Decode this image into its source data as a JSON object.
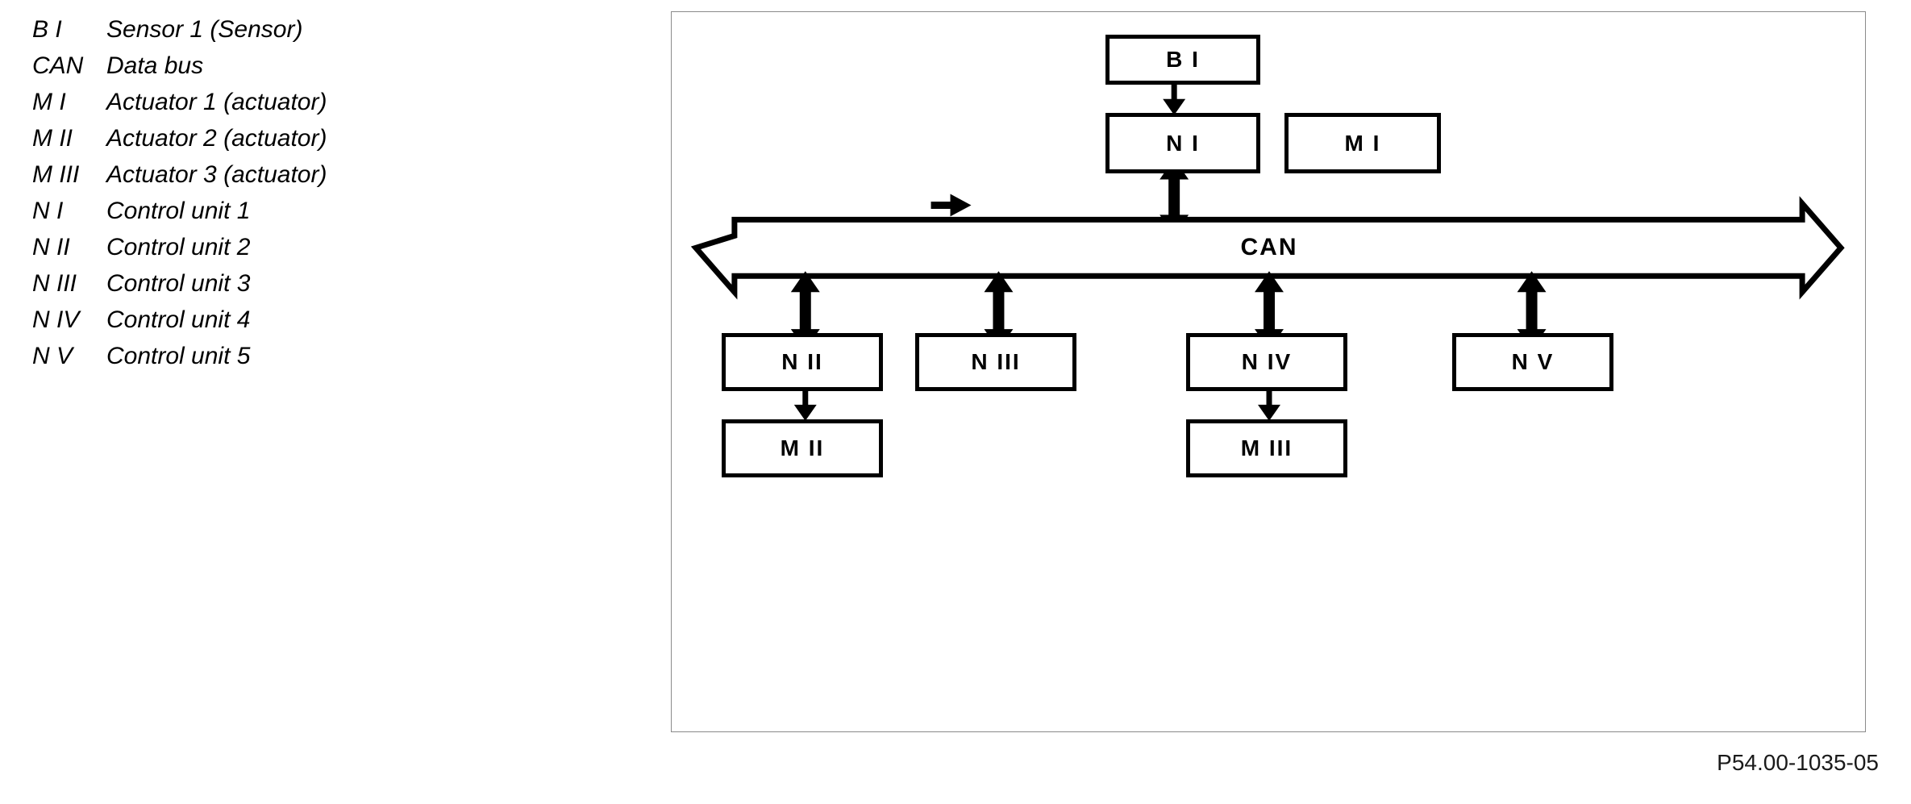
{
  "legend": {
    "items": [
      {
        "key": "B I",
        "desc": "Sensor 1 (Sensor)"
      },
      {
        "key": "CAN",
        "desc": "Data bus"
      },
      {
        "key": "M I",
        "desc": "Actuator 1 (actuator)"
      },
      {
        "key": "M II",
        "desc": "Actuator 2 (actuator)"
      },
      {
        "key": "M III",
        "desc": "Actuator 3 (actuator)"
      },
      {
        "key": "N I",
        "desc": "Control unit 1"
      },
      {
        "key": "N II",
        "desc": "Control unit 2"
      },
      {
        "key": "N III",
        "desc": "Control unit 3"
      },
      {
        "key": "N IV",
        "desc": "Control unit 4"
      },
      {
        "key": "N V",
        "desc": "Control unit 5"
      }
    ]
  },
  "diagram": {
    "nodes": {
      "sensor_b1": "B I",
      "control_n1": "N I",
      "actuator_m1": "M I",
      "control_n2": "N II",
      "control_n3": "N III",
      "control_n4": "N IV",
      "control_n5": "N V",
      "actuator_m2": "M II",
      "actuator_m3": "M III"
    },
    "bus_label": "CAN",
    "line_color": "#000000",
    "panel_border_color": "#8a8a8a"
  },
  "caption": {
    "figure_code": "P54.00-1035-05"
  }
}
